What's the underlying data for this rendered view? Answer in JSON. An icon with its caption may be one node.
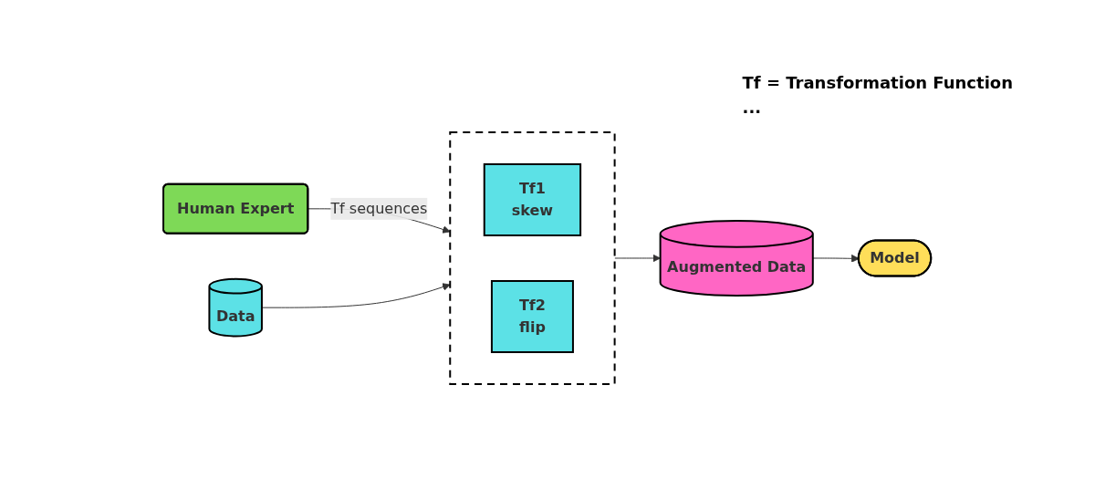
{
  "diagram": {
    "nodes": [
      {
        "text": [
          "Human Expert"
        ]
      },
      {
        "text": [],
        "shape": "box"
      },
      {
        "text": [
          "Tf1",
          "skew"
        ],
        "in": 1
      },
      {
        "text": [
          "Tf2",
          "flip"
        ],
        "in": 1
      },
      {
        "text": [
          "Data"
        ]
      },
      {
        "text": [
          "Augmented Data"
        ]
      },
      {
        "text": [
          "Model"
        ]
      }
    ],
    "edges": [
      {
        "from": 0,
        "to": 1,
        "arrow": "to",
        "label": "Tf sequences"
      },
      {
        "from": 4,
        "to": 1,
        "arrow": "to"
      },
      {
        "from": 1,
        "to": 5,
        "arrow": "to"
      },
      {
        "from": 5,
        "to": 6,
        "arrow": "to"
      }
    ],
    "labels": [
      "Tf = Transformation Function",
      "..."
    ]
  }
}
